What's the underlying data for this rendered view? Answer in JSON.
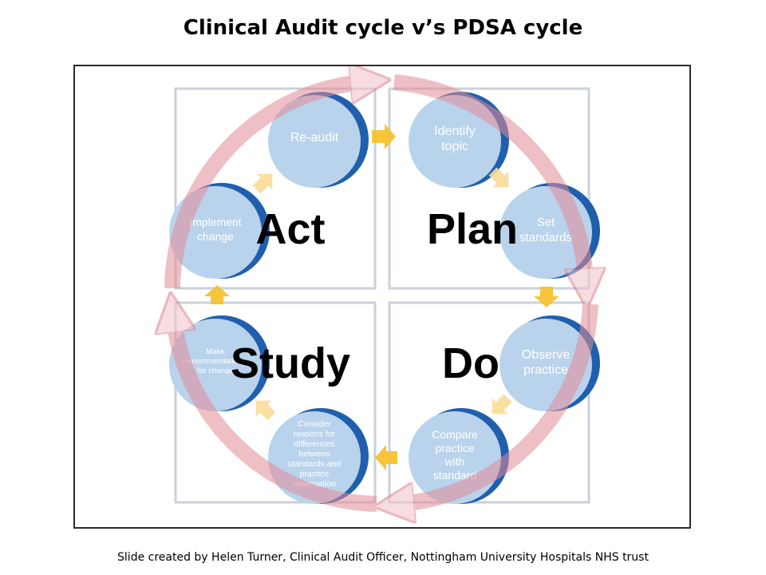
{
  "slide": {
    "title": "Clinical Audit cycle v’s PDSA cycle",
    "footer": "Slide created by Helen Turner, Clinical Audit Officer, Nottingham University Hospitals NHS trust"
  },
  "diagram": {
    "quadrants": [
      {
        "key": "act",
        "label": "Act"
      },
      {
        "key": "plan",
        "label": "Plan"
      },
      {
        "key": "study",
        "label": "Study"
      },
      {
        "key": "do",
        "label": "Do"
      }
    ],
    "steps": [
      {
        "key": "re-audit",
        "lines": [
          "Re-audit"
        ]
      },
      {
        "key": "identify-topic",
        "lines": [
          "Identify",
          "topic"
        ]
      },
      {
        "key": "set-standards",
        "lines": [
          "Set",
          "standards"
        ]
      },
      {
        "key": "observe-practice",
        "lines": [
          "Observe",
          "practice"
        ]
      },
      {
        "key": "compare-practice",
        "lines": [
          "Compare",
          "practice",
          "with",
          "standard"
        ]
      },
      {
        "key": "consider-reasons",
        "lines": [
          "Consider",
          "reasons for",
          "differences",
          "between",
          "standards and",
          "practice",
          "observation"
        ]
      },
      {
        "key": "make-recommendations",
        "lines": [
          "Make",
          "recommendations",
          "for change"
        ]
      },
      {
        "key": "implement-change",
        "lines": [
          "Implement",
          "change"
        ]
      }
    ],
    "colors": {
      "circle_fill": "#b9d3ec",
      "circle_back": "#1f5fae",
      "ring": "#e38c98",
      "arrow": "#f7c12f",
      "arrow_soft": "#f8dc98",
      "quadrant_border": "#c9d2dc"
    }
  }
}
